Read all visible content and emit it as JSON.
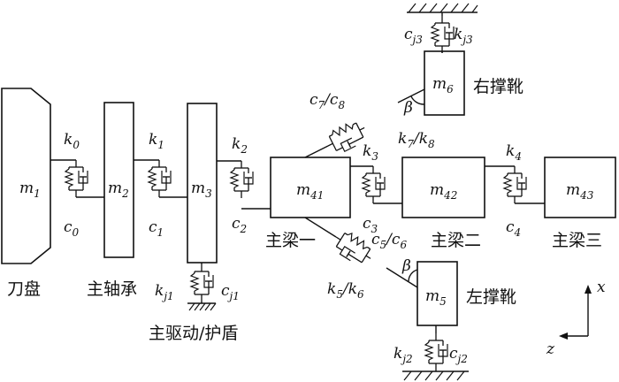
{
  "masses": {
    "m1": {
      "sym": "m",
      "sub": "1"
    },
    "m2": {
      "sym": "m",
      "sub": "2"
    },
    "m3": {
      "sym": "m",
      "sub": "3"
    },
    "m41": {
      "sym": "m",
      "sub": "41"
    },
    "m42": {
      "sym": "m",
      "sub": "42"
    },
    "m43": {
      "sym": "m",
      "sub": "43"
    },
    "m5": {
      "sym": "m",
      "sub": "5"
    },
    "m6": {
      "sym": "m",
      "sub": "6"
    }
  },
  "params": {
    "k0": {
      "sym": "k",
      "sub": "0"
    },
    "c0": {
      "sym": "c",
      "sub": "0"
    },
    "k1": {
      "sym": "k",
      "sub": "1"
    },
    "c1": {
      "sym": "c",
      "sub": "1"
    },
    "k2": {
      "sym": "k",
      "sub": "2"
    },
    "c2": {
      "sym": "c",
      "sub": "2"
    },
    "k3": {
      "sym": "k",
      "sub": "3"
    },
    "c3": {
      "sym": "c",
      "sub": "3"
    },
    "k4": {
      "sym": "k",
      "sub": "4"
    },
    "c4": {
      "sym": "c",
      "sub": "4"
    },
    "kj1": {
      "sym": "k",
      "sub": "j1"
    },
    "cj1": {
      "sym": "c",
      "sub": "j1"
    },
    "kj2": {
      "sym": "k",
      "sub": "j2"
    },
    "cj2": {
      "sym": "c",
      "sub": "j2"
    },
    "kj3": {
      "sym": "k",
      "sub": "j3"
    },
    "cj3": {
      "sym": "c",
      "sub": "j3"
    },
    "c7": {
      "sym": "c",
      "sub": "7"
    },
    "c8": {
      "sym": "c",
      "sub": "8"
    },
    "k7": {
      "sym": "k",
      "sub": "7"
    },
    "k8": {
      "sym": "k",
      "sub": "8"
    },
    "c5": {
      "sym": "c",
      "sub": "5"
    },
    "c6": {
      "sym": "c",
      "sub": "6"
    },
    "k5": {
      "sym": "k",
      "sub": "5"
    },
    "k6": {
      "sym": "k",
      "sub": "6"
    },
    "slash": "/",
    "beta": "β"
  },
  "labels": {
    "cutterhead": "刀盘",
    "main_bearing": "主轴承",
    "main_drive": "主驱动/护盾",
    "beam1": "主梁一",
    "beam2": "主梁二",
    "beam3": "主梁三",
    "right_boot": "右撑靴",
    "left_boot": "左撑靴"
  },
  "axes": {
    "x": "x",
    "z": "z"
  }
}
